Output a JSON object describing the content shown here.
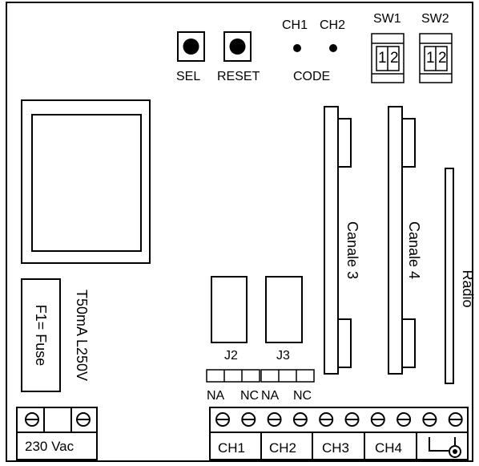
{
  "buttons": {
    "sel": "SEL",
    "reset": "RESET"
  },
  "leds": {
    "ch1": "CH1",
    "ch2": "CH2",
    "code": "CODE"
  },
  "switches": {
    "sw1": {
      "name": "SW1",
      "pos1": "1",
      "pos2": "2"
    },
    "sw2": {
      "name": "SW2",
      "pos1": "1",
      "pos2": "2"
    }
  },
  "modules": {
    "canale3": "Canale 3",
    "canale4": "Canale 4",
    "radio": "Radio"
  },
  "fuse": {
    "label": "F1= Fuse",
    "rating": "T50mA L250V"
  },
  "jumpers": {
    "j2": "J2",
    "j3": "J3",
    "na1": "NA",
    "nc1": "NC",
    "na2": "NA",
    "nc2": "NC"
  },
  "terminals": {
    "power": "230 Vac",
    "ch1": "CH1",
    "ch2": "CH2",
    "ch3": "CH3",
    "ch4": "CH4"
  }
}
